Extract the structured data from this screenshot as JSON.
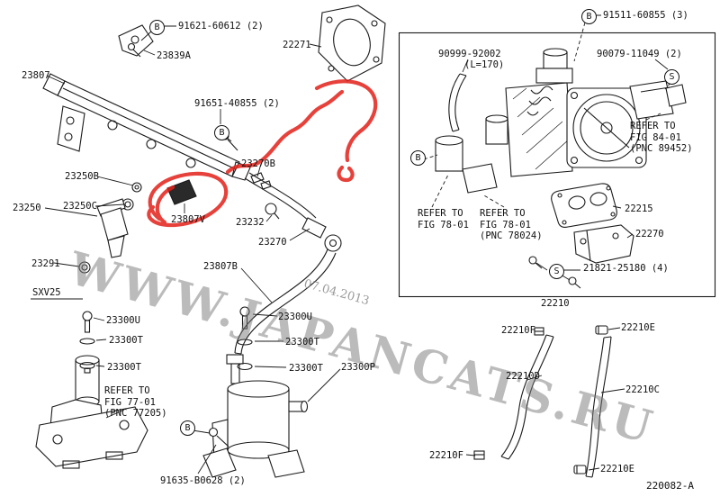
{
  "page": {
    "diagram_number": "220082-A"
  },
  "watermark": {
    "site": "WWW.JAPANCATS.RU",
    "date": "07.04.2013"
  },
  "colors": {
    "line": "#1a1a1a",
    "red_marker": "#e32119",
    "watermark": "#8c8c8c"
  },
  "symbols": {
    "bolt": "B",
    "screw": "S"
  },
  "parts": [
    "91621-60612 (2)",
    "23839A",
    "23807",
    "22271",
    "91651-40855 (2)",
    "23250B",
    "23270B",
    "23250",
    "23250C",
    "23807V",
    "23232",
    "23270",
    "23291",
    "23807B",
    "SXV25",
    "23300U",
    "23300T",
    "23300T",
    "23300U",
    "23300T",
    "23300T",
    "23300P",
    "REFER TO\nFIG 77-01\n(PNC 77205)",
    "91635-B0628 (2)",
    "91511-60855 (3)",
    "90999-92002",
    "(L=170)",
    "90079-11049 (2)",
    "REFER TO\nFIG 84-01\n(PNC 89452)",
    "REFER TO\nFIG 78-01",
    "REFER TO\nFIG 78-01\n(PNC 78024)",
    "22215",
    "22270",
    "21821-25180 (4)",
    "22210",
    "22210F",
    "22210E",
    "22210D",
    "22210C",
    "22210F",
    "22210E"
  ]
}
